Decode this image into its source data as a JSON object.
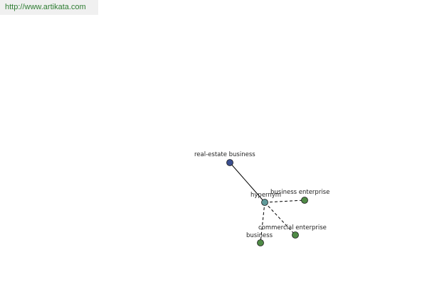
{
  "watermark": {
    "url": "http://www.artikata.com"
  },
  "graph": {
    "colors": {
      "root_node": "#3b4f8f",
      "hub_node": "#5f9a9a",
      "leaf_node": "#4f8a46",
      "edge": "#000000"
    },
    "nodes": [
      {
        "id": "real-estate-business",
        "label": "real-estate business",
        "role": "root"
      },
      {
        "id": "hypernym",
        "label": "hypernym",
        "role": "hub"
      },
      {
        "id": "business-enterprise",
        "label": "business enterprise",
        "role": "leaf"
      },
      {
        "id": "commercial-enterprise",
        "label": "commercial enterprise",
        "role": "leaf"
      },
      {
        "id": "business",
        "label": "business",
        "role": "leaf"
      }
    ],
    "edges": [
      {
        "from": "real-estate-business",
        "to": "hypernym",
        "style": "solid"
      },
      {
        "from": "hypernym",
        "to": "business-enterprise",
        "style": "dashed"
      },
      {
        "from": "hypernym",
        "to": "commercial-enterprise",
        "style": "dashed"
      },
      {
        "from": "hypernym",
        "to": "business",
        "style": "dashed"
      }
    ]
  }
}
